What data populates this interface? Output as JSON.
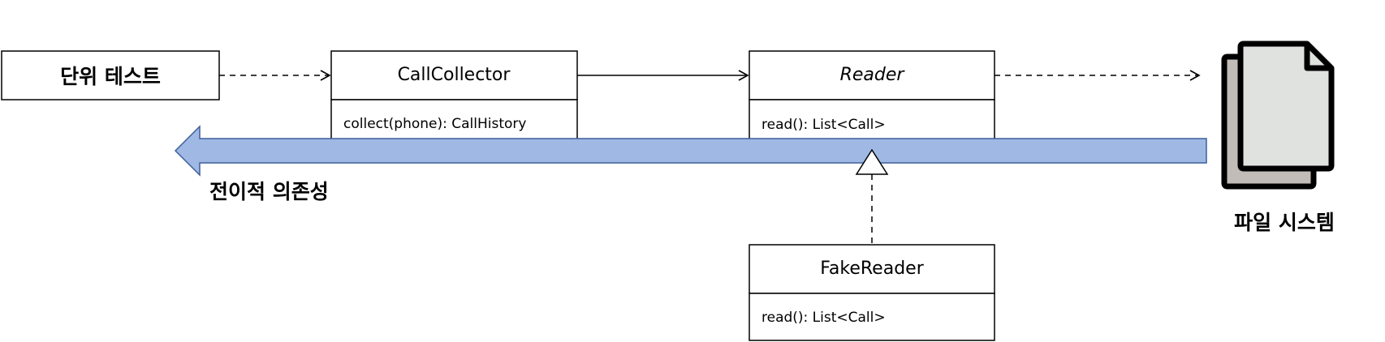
{
  "nodes": {
    "unit_test": {
      "title": "단위 테스트"
    },
    "call_collector": {
      "title": "CallCollector",
      "method": "collect(phone): CallHistory"
    },
    "reader": {
      "title": "Reader",
      "method": "read(): List<Call>"
    },
    "fake_reader": {
      "title": "FakeReader",
      "method": "read(): List<Call>"
    },
    "file_system": {
      "label": "파일 시스템",
      "icon": "documents-icon"
    }
  },
  "transitive_arrow": {
    "label": "전이적 의존성",
    "color": "#9fb9e4",
    "border_color": "#3d5f9a"
  },
  "colors": {
    "doc_front": "#e0e2df",
    "doc_back": "#c2bcb8",
    "stroke": "#000000"
  }
}
